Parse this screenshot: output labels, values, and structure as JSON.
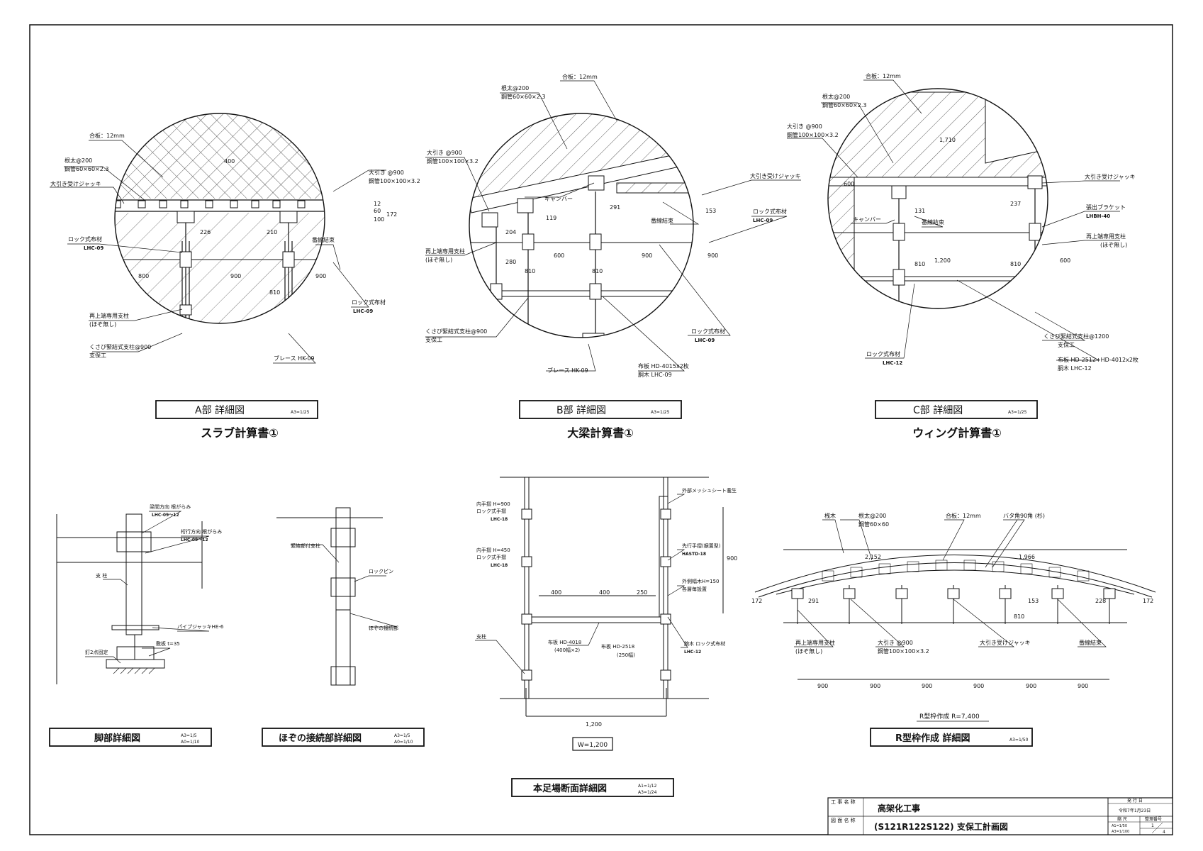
{
  "details": {
    "a": {
      "title": "A部 詳細図",
      "scale": "A3=1/25",
      "caption": "スラブ計算書①",
      "labels": {
        "plywood": "合板：12mm",
        "joist1": "根太@200",
        "joist2": "鋼管60×60×2.3",
        "jack": "大引き受けジャッキ",
        "bigbeam1": "大引き @900",
        "bigbeam2": "鋼管100×100×3.2",
        "lock1": "ロック式布材",
        "lock2": "LHC-09",
        "wire": "番線結束",
        "lock3": "ロック式布材",
        "lock4": "LHC-09",
        "post1": "再上端専用支柱",
        "post2": "(ほぞ無し)",
        "wedge1": "くさび緊結式支柱@900",
        "wedge2": "支保工",
        "brace": "ブレース HK-09"
      },
      "dims": [
        "800",
        "900",
        "900",
        "210",
        "810",
        "226",
        "172",
        "100",
        "60",
        "12",
        "400"
      ]
    },
    "b": {
      "title": "B部 詳細図",
      "scale": "A3=1/25",
      "caption": "大梁計算書①",
      "labels": {
        "plywood": "合板：12mm",
        "joist1": "根太@200",
        "joist2": "鋼管60×60×2.3",
        "bigbeam1": "大引き @900",
        "bigbeam2": "鋼管100×100×3.2",
        "camber": "キャンバー",
        "jack": "大引き受けジャッキ",
        "wire": "番線結束",
        "lock1": "ロック式布材",
        "lock2": "LHC-09",
        "post1": "再上端専用支柱",
        "post2": "(ほぞ無し)",
        "wedge1": "くさび緊結式支柱@900",
        "wedge2": "支保工",
        "lock3": "ロック式布材",
        "lock4": "LHC-09",
        "plank1": "布板 HD-4015x2枚",
        "plank2": "胴木 LHC-09",
        "brace": "ブレース HK-09"
      },
      "dims": [
        "600",
        "900",
        "900",
        "810",
        "810",
        "204",
        "280",
        "119",
        "291",
        "153"
      ]
    },
    "c": {
      "title": "C部 詳細図",
      "scale": "A3=1/25",
      "caption": "ウィング計算書①",
      "labels": {
        "plywood": "合板：12mm",
        "joist1": "根太@200",
        "joist2": "鋼管60×60×2.3",
        "bigbeam1": "大引き @900",
        "bigbeam2": "鋼管100×100×3.2",
        "jack": "大引き受けジャッキ",
        "bracket1": "張出ブラケット",
        "bracket2": "LHBH-40",
        "post1": "再上端専用支柱",
        "post2": "(ほぞ無し)",
        "camber": "キャンバー",
        "wire": "番線結束",
        "wedge1": "くさび緊結式支柱@1200",
        "wedge2": "支保工",
        "lock1": "ロック式布材",
        "lock2": "LHC-12",
        "plank1": "布板 HD-2512+HD-4012x2枚",
        "plank2": "胴木 LHC-12"
      },
      "dims": [
        "1,200",
        "600",
        "810",
        "810",
        "131",
        "237",
        "600",
        "1,710"
      ]
    },
    "leg": {
      "title": "脚部詳細図",
      "scale1": "A3=1/5",
      "scale2": "A0=1/10",
      "labels": {
        "span1": "梁間方向 根がらみ",
        "span2": "LHC-09～12",
        "long1": "桁行方向 根がらみ",
        "long2": "LHC-09～12",
        "post": "支 柱",
        "pipejack": "パイプジャッキHE-6",
        "sill": "敷板 t=35",
        "nail": "釘2点固定"
      }
    },
    "tenon": {
      "title": "ほぞの接続部詳細図",
      "scale1": "A3=1/5",
      "scale2": "A0=1/10",
      "labels": {
        "joint": "緊結部付支柱",
        "pin": "ロックピン",
        "tenon": "ほぞの接続部"
      }
    },
    "scaffold": {
      "title": "本足場断面詳細図",
      "scale1": "A1=1/12",
      "scale2": "A3=1/24",
      "width_label": "W=1,200",
      "labels": {
        "inner1a": "内手摺 H=900",
        "inner1b": "ロック式手摺",
        "inner1c": "LHC-18",
        "inner2a": "内手摺 H=450",
        "inner2b": "ロック式手摺",
        "inner2c": "LHC-18",
        "mesh": "外部メッシュシート養生",
        "front1": "先行手摺(据置型)",
        "front2": "HASTD-18",
        "toe1": "外側幅木H=150",
        "toe2": "各層毎設置",
        "post": "支柱",
        "plank1a": "布板 HD-4018",
        "plank1b": "(400幅×2)",
        "plank2a": "布板 HD-2518",
        "plank2b": "(250幅)",
        "waist1": "腕木 ロック式布材",
        "waist2": "LHC-12"
      },
      "dims": [
        "400",
        "400",
        "250",
        "1,200",
        "900"
      ]
    },
    "rform": {
      "title": "R型枠作成 詳細図",
      "scale": "A3=1/50",
      "radius_label": "R型枠作成 R=7,400",
      "labels": {
        "pile": "桟木",
        "joist1": "根太@200",
        "joist2": "鋼管60×60",
        "plywood": "合板：12mm",
        "batten": "バタ角90角 (杉)",
        "post1": "再上端専用支柱",
        "post2": "(ほぞ無し)",
        "bigbeam1": "大引き @900",
        "bigbeam2": "鋼管100×100×3.2",
        "jack": "大引き受けジャッキ",
        "wire": "番線結束"
      },
      "dims": [
        "900",
        "900",
        "900",
        "900",
        "900",
        "900",
        "2,152",
        "1,966",
        "291",
        "228",
        "172",
        "172",
        "810",
        "153"
      ]
    }
  },
  "titleblock": {
    "project_label": "工 事 名 称",
    "project_name": "高架化工事",
    "drawing_label": "図 面 名 称",
    "drawing_name": "(S121R122S122) 支保工計画図",
    "issue_label": "発 行 日",
    "issue_date": "令和7年1月23日",
    "scale_label": "縮 尺",
    "number_label": "整理番号",
    "scale1": "A1=1/50",
    "scale2": "A3=1/100",
    "sheet": "1",
    "total": "4"
  }
}
